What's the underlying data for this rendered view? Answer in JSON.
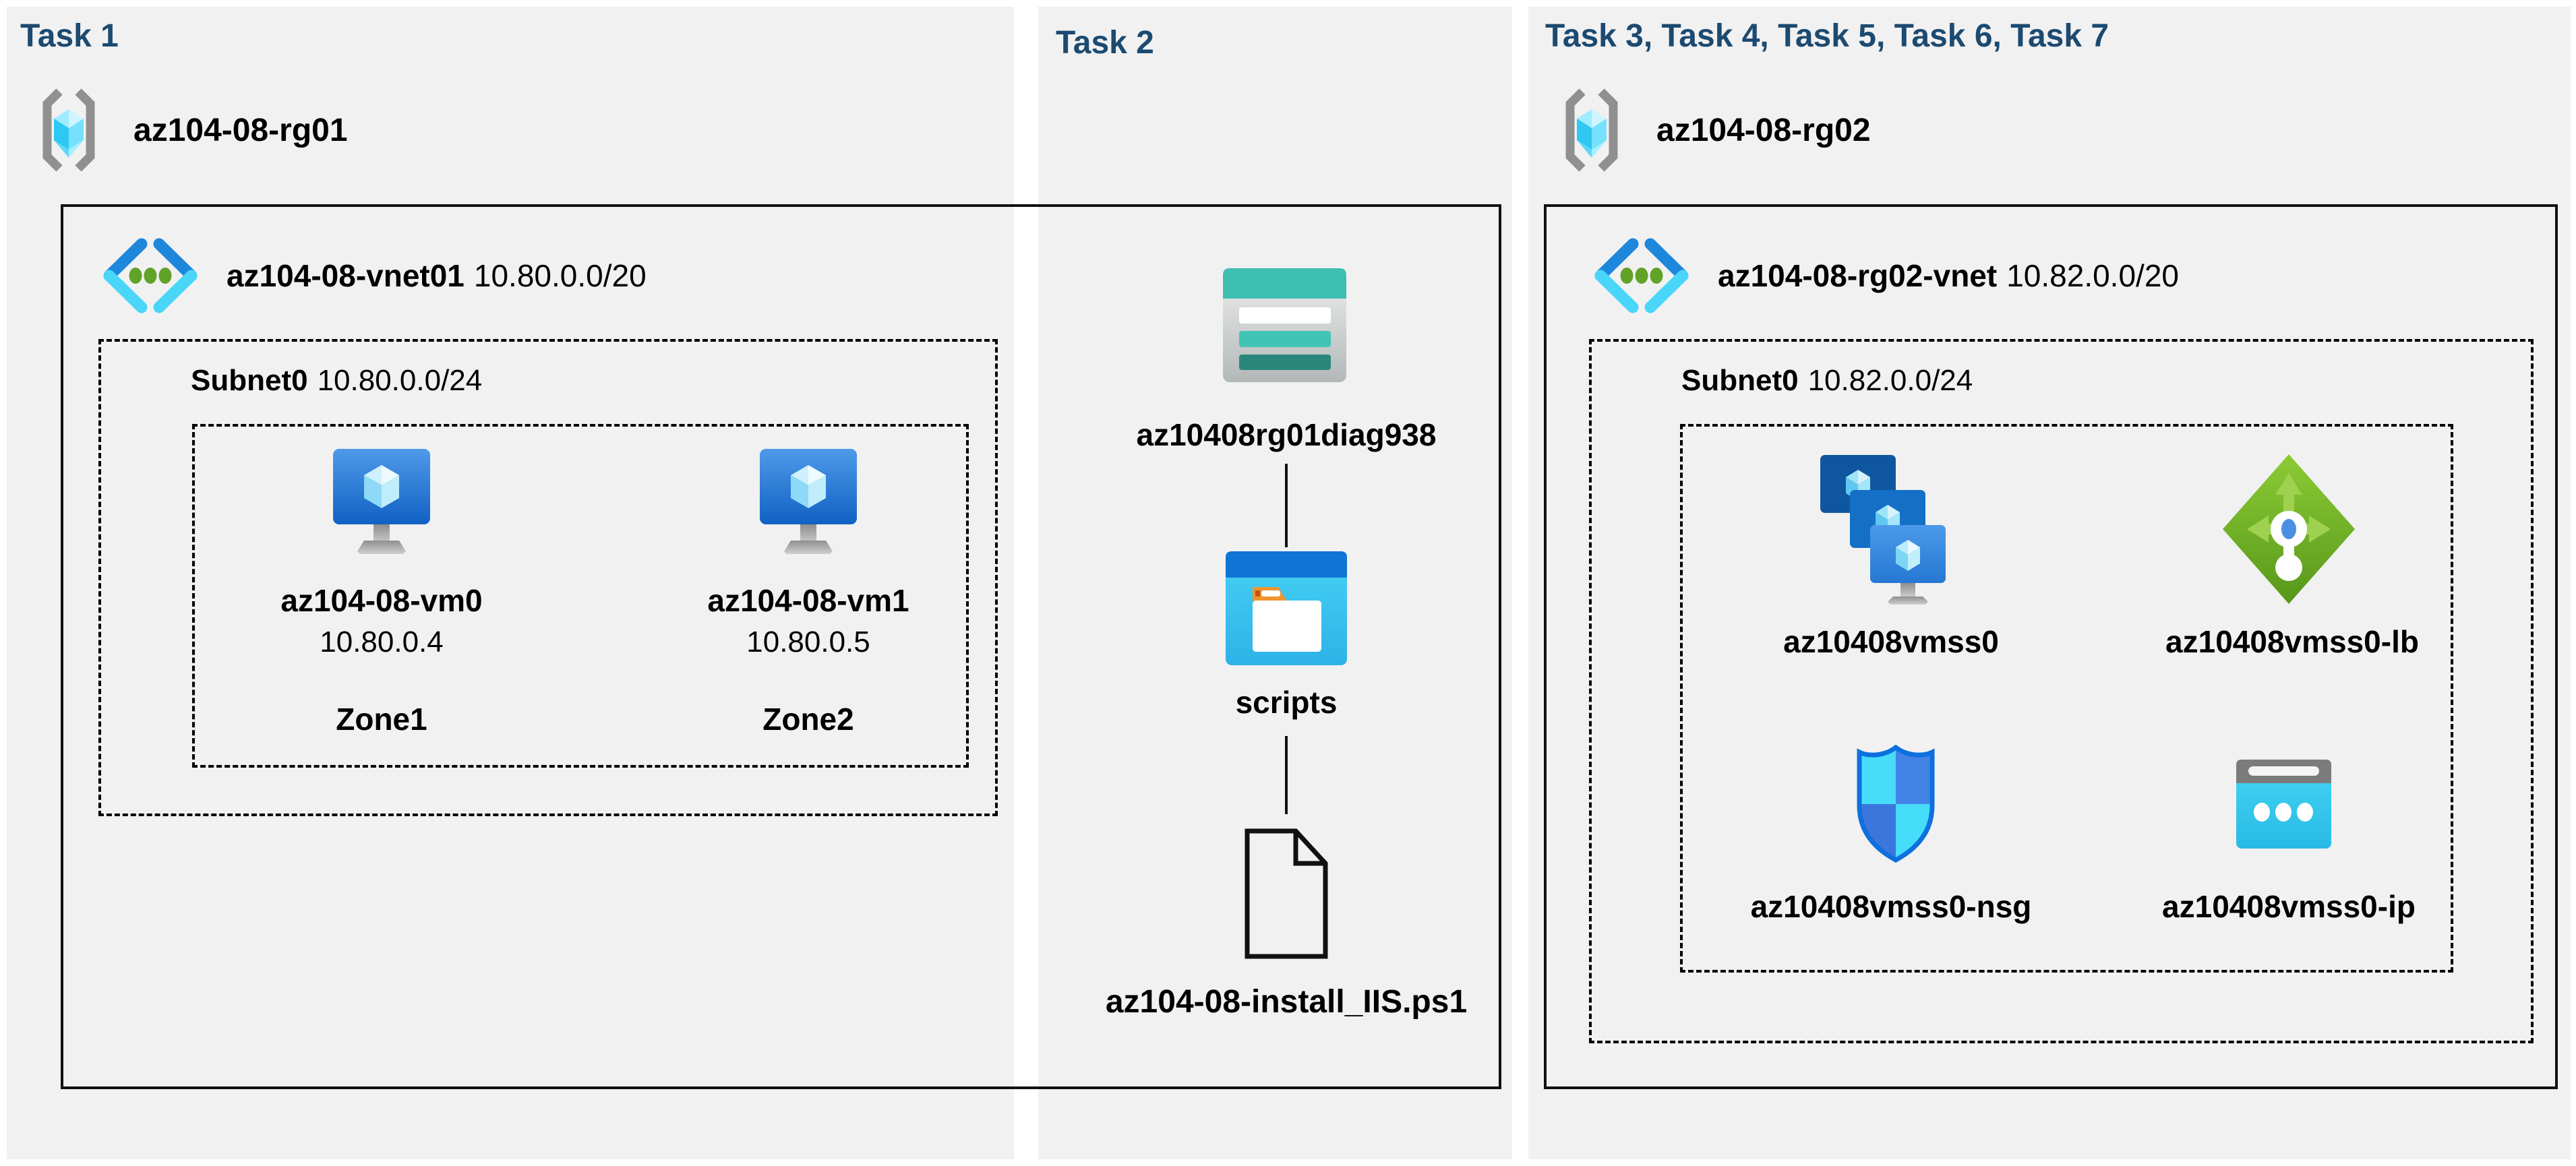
{
  "colors": {
    "header_text": "#1C4A70",
    "panel_background": "#F1F1F2",
    "label_text": "#000000",
    "azure_blue": "#1173D2",
    "azure_cyan": "#45D5F8",
    "storage_teal": "#3DBFB2",
    "lb_green": "#6FB32A"
  },
  "panel1": {
    "header": "Task 1",
    "resource_group": "az104-08-rg01",
    "vnet_name": "az104-08-vnet01",
    "vnet_cidr": "10.80.0.0/20",
    "subnet_name": "Subnet0",
    "subnet_cidr": "10.80.0.0/24",
    "vms": [
      {
        "name": "az104-08-vm0",
        "ip": "10.80.0.4",
        "zone": "Zone1"
      },
      {
        "name": "az104-08-vm1",
        "ip": "10.80.0.5",
        "zone": "Zone2"
      }
    ]
  },
  "panel2": {
    "header": "Task 2",
    "storage_account": "az10408rg01diag938",
    "container": "scripts",
    "file": "az104-08-install_IIS.ps1"
  },
  "panel3": {
    "header": "Task 3, Task 4, Task 5, Task 6, Task 7",
    "resource_group": "az104-08-rg02",
    "vnet_name": "az104-08-rg02-vnet",
    "vnet_cidr": "10.82.0.0/20",
    "subnet_name": "Subnet0",
    "subnet_cidr": "10.82.0.0/24",
    "resources": [
      {
        "name": "az10408vmss0",
        "icon": "vmss-icon"
      },
      {
        "name": "az10408vmss0-lb",
        "icon": "load-balancer-icon"
      },
      {
        "name": "az10408vmss0-nsg",
        "icon": "nsg-icon"
      },
      {
        "name": "az10408vmss0-ip",
        "icon": "public-ip-icon"
      }
    ]
  }
}
